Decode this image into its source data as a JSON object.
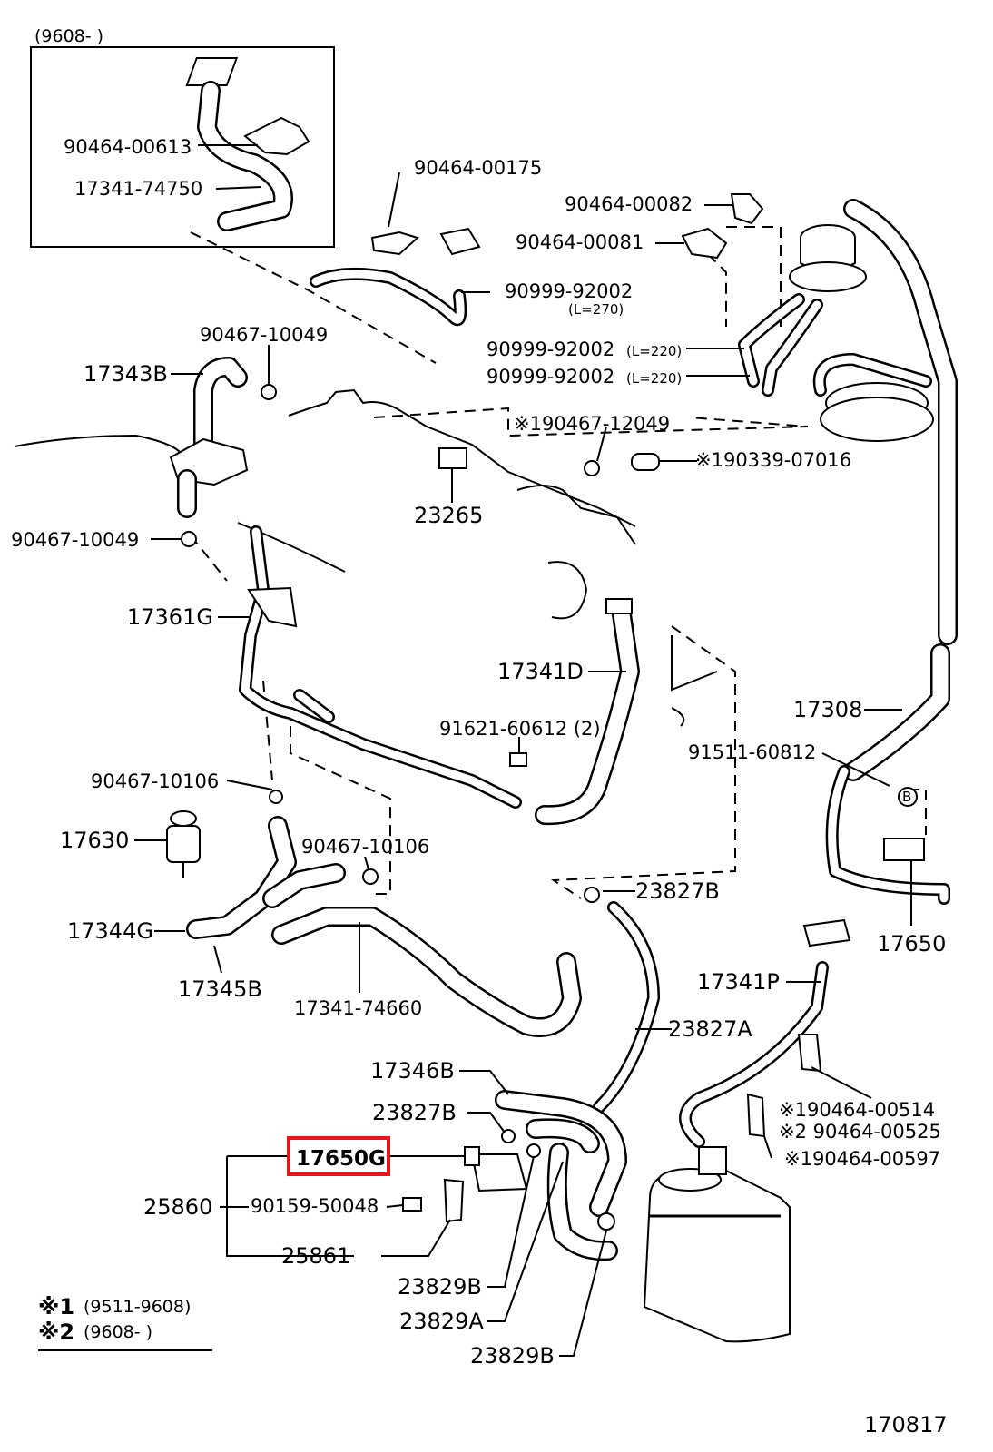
{
  "inset": {
    "date_range": "(9608-          )",
    "labels": [
      "90464-00613",
      "17341-74750"
    ]
  },
  "labels": {
    "p90464_00175": "90464-00175",
    "p90464_00082": "90464-00082",
    "p90464_00081": "90464-00081",
    "p90999_92002_a": "90999-92002",
    "len_270": "(L=270)",
    "p90999_92002_b": "90999-92002",
    "p90999_92002_c": "90999-92002",
    "len_220": "(L=220)",
    "p90467_10049_a": "90467-10049",
    "p17343B": "17343B",
    "p190467_12049": "※190467-12049",
    "p190339_07016": "※190339-07016",
    "p23265": "23265",
    "p90467_10049_b": "90467-10049",
    "p17361G": "17361G",
    "p17341D": "17341D",
    "p17308": "17308",
    "p91621_60612": "91621-60612 (2)",
    "p91511_60812": "91511-60812",
    "p90467_10106_a": "90467-10106",
    "p17630": "17630",
    "p90467_10106_b": "90467-10106",
    "p23827B_a": "23827B",
    "p17344G": "17344G",
    "p17650": "17650",
    "p17345B": "17345B",
    "p17341_74660": "17341-74660",
    "p17341P": "17341P",
    "p23827A": "23827A",
    "p17346B": "17346B",
    "p190464_00514": "※190464-00514",
    "p23827B_b": "23827B",
    "p2_90464_00525": "※2 90464-00525",
    "p17650G": "17650G",
    "p190464_00597": "※190464-00597",
    "p25860": "25860",
    "p90159_50048": "90159-50048",
    "p25861": "25861",
    "p23829B_a": "23829B",
    "p23829A": "23829A",
    "p23829B_b": "23829B",
    "marker_b": "B",
    "diagram_id": "170817"
  },
  "legend": {
    "note1_mark": "※1",
    "note1_range": "(9511-9608)",
    "note2_mark": "※2",
    "note2_range": "(9608-          )"
  },
  "highlight": {
    "part": "17650G",
    "color": "#e8141c"
  }
}
